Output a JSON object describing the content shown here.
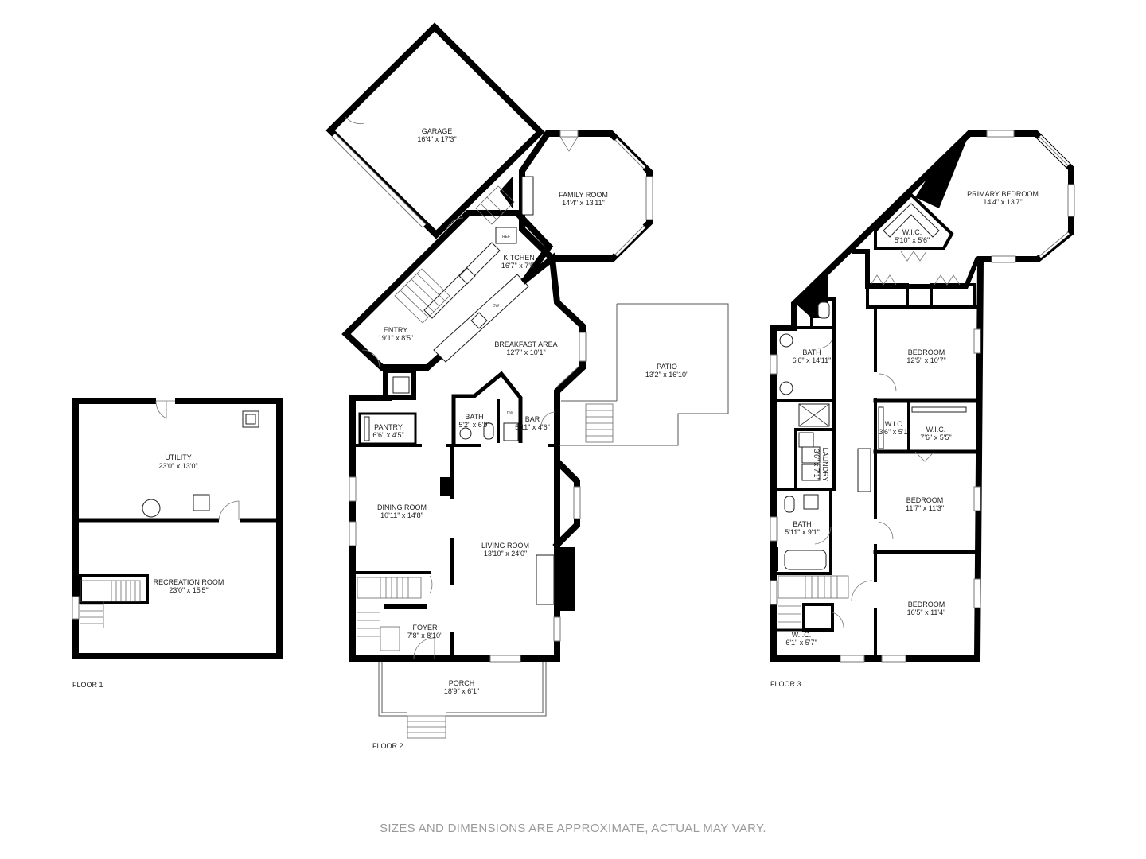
{
  "floor1": {
    "label": "FLOOR 1",
    "rooms": {
      "utility": {
        "name": "UTILITY",
        "dims": "23'0\" x 13'0\""
      },
      "recreation": {
        "name": "RECREATION ROOM",
        "dims": "23'0\" x 15'5\""
      }
    }
  },
  "floor2": {
    "label": "FLOOR 2",
    "rooms": {
      "garage": {
        "name": "GARAGE",
        "dims": "16'4\" x 17'3\""
      },
      "family": {
        "name": "FAMILY ROOM",
        "dims": "14'4\" x 13'11\""
      },
      "kitchen": {
        "name": "KITCHEN",
        "dims": "16'7\" x 7'5\""
      },
      "entry": {
        "name": "ENTRY",
        "dims": "19'1\" x 8'5\""
      },
      "breakfast": {
        "name": "BREAKFAST AREA",
        "dims": "12'7\" x 10'1\""
      },
      "patio": {
        "name": "PATIO",
        "dims": "13'2\" x 16'10\""
      },
      "pantry": {
        "name": "PANTRY",
        "dims": "6'6\" x 4'5\""
      },
      "bath": {
        "name": "BATH",
        "dims": "5'2\" x 6'9\""
      },
      "bar": {
        "name": "BAR",
        "dims": "5'11\" x 4'6\""
      },
      "dining": {
        "name": "DINING ROOM",
        "dims": "10'11\" x 14'8\""
      },
      "living": {
        "name": "LIVING ROOM",
        "dims": "13'10\" x 24'0\""
      },
      "foyer": {
        "name": "FOYER",
        "dims": "7'8\" x 8'10\""
      },
      "porch": {
        "name": "PORCH",
        "dims": "18'9\" x 6'1\""
      }
    },
    "fixtures": {
      "ref": "REF",
      "dw": "DW"
    }
  },
  "floor3": {
    "label": "FLOOR 3",
    "rooms": {
      "primary": {
        "name": "PRIMARY BEDROOM",
        "dims": "14'4\" x 13'7\""
      },
      "wic1": {
        "name": "W.I.C.",
        "dims": "5'10\" x 5'6\""
      },
      "bath1": {
        "name": "BATH",
        "dims": "6'6\" x 14'11\""
      },
      "bed1": {
        "name": "BEDROOM",
        "dims": "12'5\" x 10'7\""
      },
      "wic2": {
        "name": "W.I.C.",
        "dims": "3'6\" x 5'1\""
      },
      "wic3": {
        "name": "W.I.C.",
        "dims": "7'6\" x 5'5\""
      },
      "laundry": {
        "name": "LAUNDRY",
        "dims": "3'6\" x 7'1\""
      },
      "bed2": {
        "name": "BEDROOM",
        "dims": "11'7\" x 11'3\""
      },
      "bath2": {
        "name": "BATH",
        "dims": "5'11\" x 9'1\""
      },
      "bed3": {
        "name": "BEDROOM",
        "dims": "16'5\" x 11'4\""
      },
      "wic4": {
        "name": "W.I.C.",
        "dims": "6'1\" x 5'7\""
      }
    }
  },
  "disclaimer": "SIZES AND DIMENSIONS ARE APPROXIMATE, ACTUAL MAY VARY."
}
